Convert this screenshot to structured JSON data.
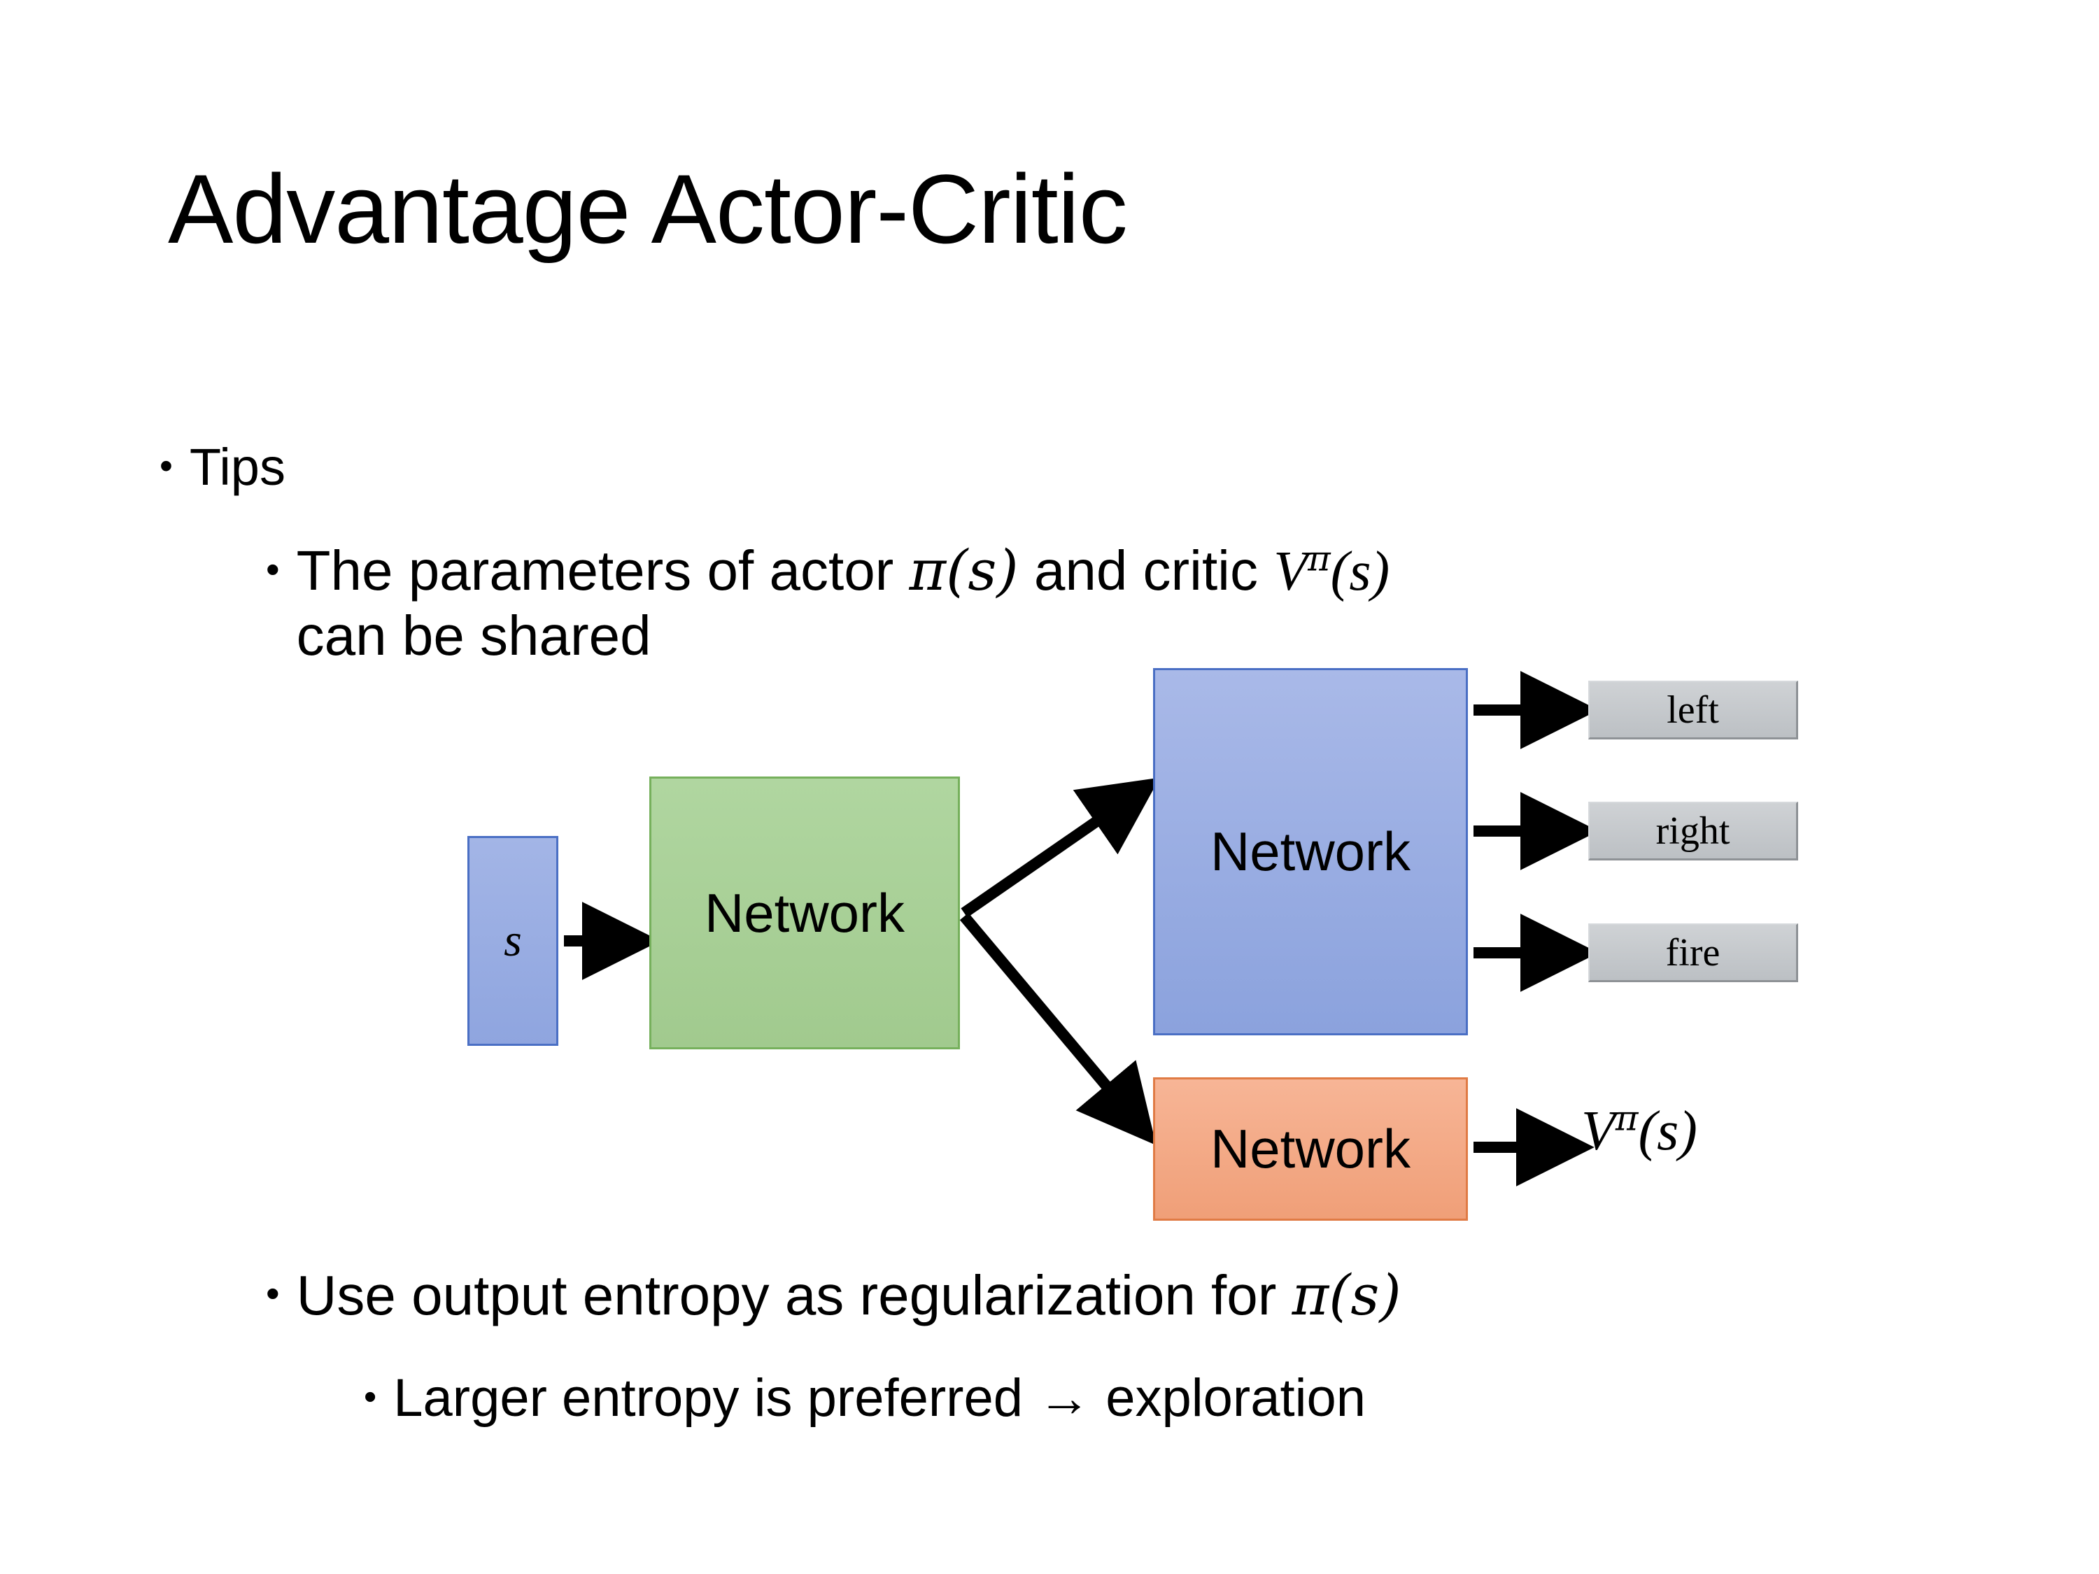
{
  "slide": {
    "title": "Advantage Actor-Critic",
    "background": "#ffffff"
  },
  "bullets": {
    "tips": {
      "marker": "•",
      "text": "Tips"
    },
    "shared_params": {
      "marker": "•",
      "text_before_pi": "The parameters of actor ",
      "pi_of_s": "π(s)",
      "text_middle": "  and critic ",
      "v_pi": "V",
      "v_pi_sup": "π",
      "v_pi_arg": "(s)",
      "text_line2": "can be shared",
      "full_text": "The parameters of actor π(s)  and critic Vπ(s) can be shared"
    },
    "entropy": {
      "marker": "•",
      "text_before_pi": "Use output entropy as regularization for ",
      "pi_of_s": "π(s)",
      "full_text": "Use output entropy as regularization for π(s)"
    },
    "larger_entropy": {
      "marker": "•",
      "text": "Larger entropy is preferred → exploration"
    }
  },
  "diagram": {
    "input_node": {
      "label": "s",
      "fill": "#97ace1",
      "border": "#4a6fc4"
    },
    "shared_node": {
      "label": "Network",
      "fill": "#a8cf98",
      "border": "#76b05c"
    },
    "actor_node": {
      "label": "Network",
      "fill": "#97ace1",
      "border": "#4a6fc4"
    },
    "critic_node": {
      "label": "Network",
      "fill": "#f4a582",
      "border": "#e07b45"
    },
    "action_outputs": [
      {
        "label": "left",
        "fill": "#c3c6c9"
      },
      {
        "label": "right",
        "fill": "#c3c6c9"
      },
      {
        "label": "fire",
        "fill": "#c3c6c9"
      }
    ],
    "value_output": {
      "base": "V",
      "superscript": "π",
      "arg": "(s)",
      "full": "Vπ(s)"
    },
    "arrows": [
      {
        "name": "s-to-shared",
        "from": "input_node",
        "to": "shared_node"
      },
      {
        "name": "shared-to-actor",
        "from": "shared_node",
        "to": "actor_node"
      },
      {
        "name": "shared-to-critic",
        "from": "shared_node",
        "to": "critic_node"
      },
      {
        "name": "actor-to-left",
        "from": "actor_node",
        "to": "left"
      },
      {
        "name": "actor-to-right",
        "from": "actor_node",
        "to": "right"
      },
      {
        "name": "actor-to-fire",
        "from": "actor_node",
        "to": "fire"
      },
      {
        "name": "critic-to-value",
        "from": "critic_node",
        "to": "value_output"
      }
    ]
  }
}
